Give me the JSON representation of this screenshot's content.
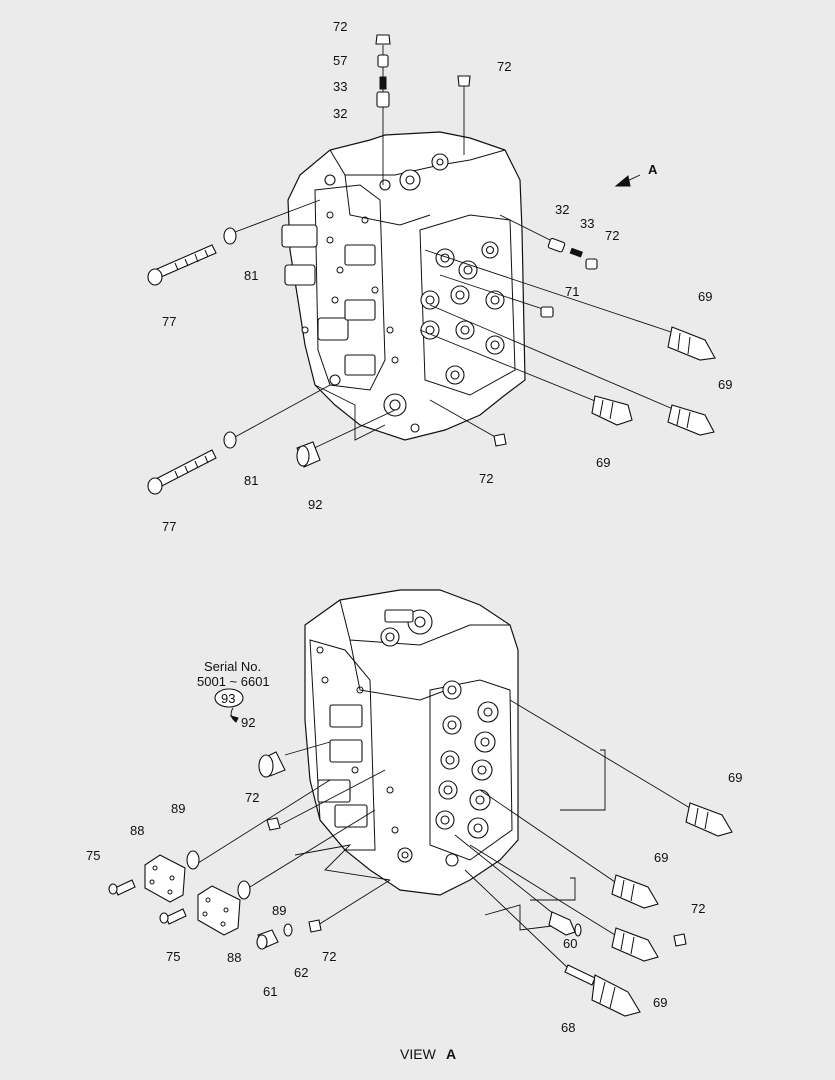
{
  "top_assembly": {
    "labels": [
      "72",
      "57",
      "33",
      "32",
      "72",
      "32",
      "33",
      "72",
      "81",
      "77",
      "71",
      "69",
      "69",
      "69",
      "81",
      "92",
      "72",
      "77"
    ],
    "view_arrow_letter": "A"
  },
  "bottom_assembly": {
    "serial_note_line1": "Serial No.",
    "serial_note_line2": "5001 ~ 6601",
    "serial_part": "93",
    "labels": [
      "92",
      "69",
      "72",
      "89",
      "88",
      "75",
      "69",
      "89",
      "72",
      "75",
      "88",
      "60",
      "62",
      "72",
      "69",
      "61",
      "68"
    ]
  },
  "caption": {
    "view_word": "VIEW",
    "view_letter": "A"
  }
}
